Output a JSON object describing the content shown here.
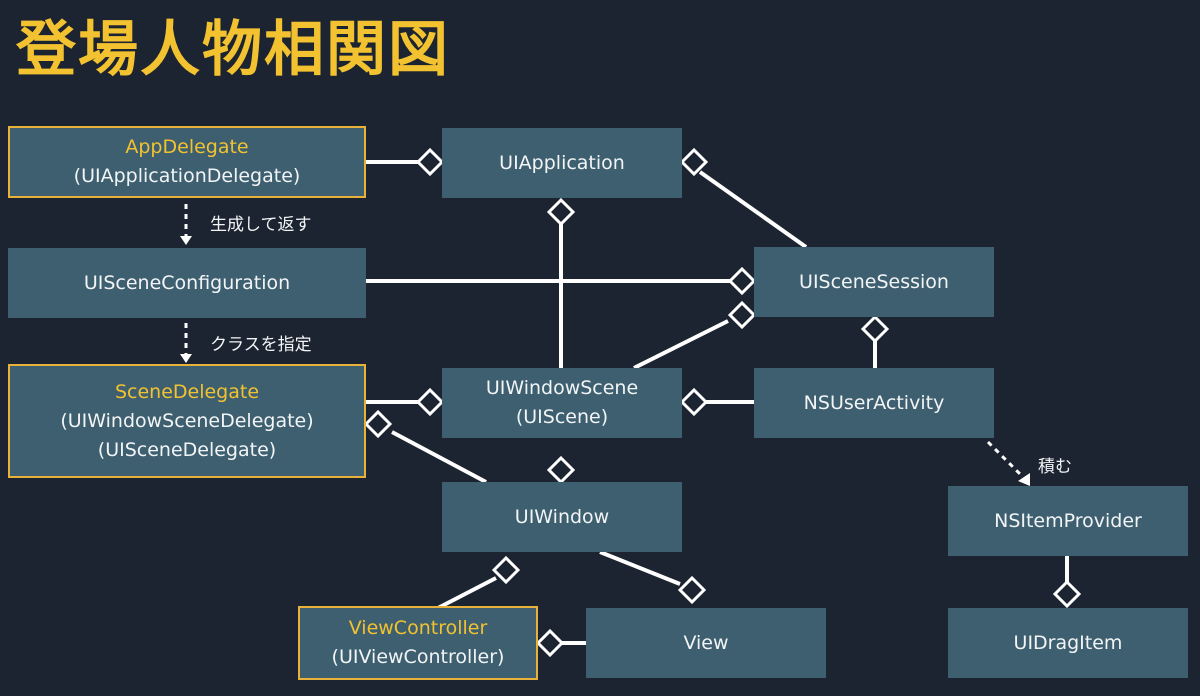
{
  "title": "登場人物相関図",
  "nodes": {
    "app_delegate": {
      "name": "AppDelegate",
      "protocol": "(UIApplicationDelegate)"
    },
    "ui_application": {
      "name": "UIApplication"
    },
    "ui_scene_configuration": {
      "name": "UISceneConfiguration"
    },
    "ui_scene_session": {
      "name": "UISceneSession"
    },
    "scene_delegate": {
      "name": "SceneDelegate",
      "protocol1": "(UIWindowSceneDelegate)",
      "protocol2": "(UISceneDelegate)"
    },
    "ui_window_scene": {
      "name": "UIWindowScene",
      "protocol": "(UIScene)"
    },
    "ns_user_activity": {
      "name": "NSUserActivity"
    },
    "ui_window": {
      "name": "UIWindow"
    },
    "ns_item_provider": {
      "name": "NSItemProvider"
    },
    "view_controller": {
      "name": "ViewController",
      "protocol": "(UIViewController)"
    },
    "view": {
      "name": "View"
    },
    "ui_drag_item": {
      "name": "UIDragItem"
    }
  },
  "edge_labels": {
    "creates_returns": "生成して返す",
    "specifies_class": "クラスを指定",
    "stacks": "積む"
  },
  "colors": {
    "background": "#1b2430",
    "node_fill": "#3d5f70",
    "highlight_border": "#e8b23a",
    "title": "#f2c230",
    "line": "#ffffff"
  }
}
